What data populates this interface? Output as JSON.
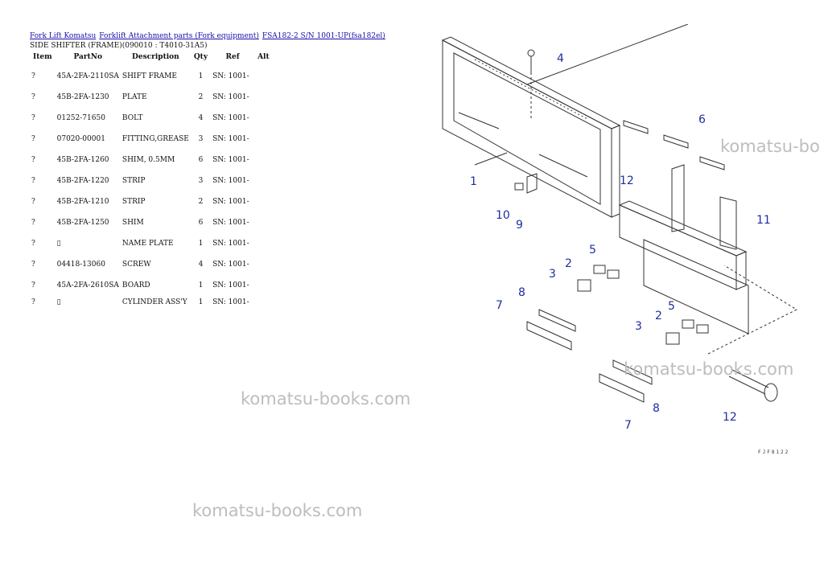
{
  "breadcrumb": {
    "links": [
      "Fork Lift Komatsu",
      "Forklift Attachment parts (Fork equipment)",
      "FSA182-2 S/N 1001-UP(fsa182el)"
    ]
  },
  "subtitle": "SIDE SHIFTER (FRAME)(090010 : T4010-31A5)",
  "table": {
    "headers": {
      "item": "Item",
      "partno": "PartNo",
      "description": "Description",
      "qty": "Qty",
      "ref": "Ref",
      "alt": "Alt"
    },
    "rows": [
      {
        "item": "?",
        "partno": "45A-2FA-2110SA",
        "description": "SHIFT FRAME",
        "qty": "1",
        "ref": "SN: 1001-"
      },
      {
        "item": "?",
        "partno": "45B-2FA-1230",
        "description": "PLATE",
        "qty": "2",
        "ref": "SN: 1001-"
      },
      {
        "item": "?",
        "partno": "01252-71650",
        "description": "BOLT",
        "qty": "4",
        "ref": "SN: 1001-"
      },
      {
        "item": "?",
        "partno": "07020-00001",
        "description": "FITTING,GREASE",
        "qty": "3",
        "ref": "SN: 1001-"
      },
      {
        "item": "?",
        "partno": "45B-2FA-1260",
        "description": "SHIM, 0.5MM",
        "qty": "6",
        "ref": "SN: 1001-"
      },
      {
        "item": "?",
        "partno": "45B-2FA-1220",
        "description": "STRIP",
        "qty": "3",
        "ref": "SN: 1001-"
      },
      {
        "item": "?",
        "partno": "45B-2FA-1210",
        "description": "STRIP",
        "qty": "2",
        "ref": "SN: 1001-"
      },
      {
        "item": "?",
        "partno": "45B-2FA-1250",
        "description": "SHIM",
        "qty": "6",
        "ref": "SN: 1001-"
      },
      {
        "item": "?",
        "partno": "",
        "description": "NAME PLATE",
        "qty": "1",
        "ref": "SN: 1001-"
      },
      {
        "item": "?",
        "partno": "04418-13060",
        "description": "SCREW",
        "qty": "4",
        "ref": "SN: 1001-"
      },
      {
        "item": "?",
        "partno": "45A-2FA-2610SA",
        "description": "BOARD",
        "qty": "1",
        "ref": "SN: 1001-"
      },
      {
        "item": "?",
        "partno": "",
        "description": "CYLINDER ASS'Y",
        "qty": "1",
        "ref": "SN: 1001-"
      }
    ]
  },
  "watermarks": [
    "komatsu-bo",
    "komatsu-books.com",
    "komatsu-books.com",
    "komatsu-books.com"
  ],
  "diagram": {
    "callouts": [
      "1",
      "2",
      "2",
      "3",
      "3",
      "4",
      "5",
      "5",
      "6",
      "7",
      "7",
      "8",
      "8",
      "9",
      "10",
      "11",
      "12",
      "12"
    ],
    "drawing_code": "FJF8122",
    "colors": {
      "callout": "#1f2f9f",
      "line": "#333333"
    }
  }
}
